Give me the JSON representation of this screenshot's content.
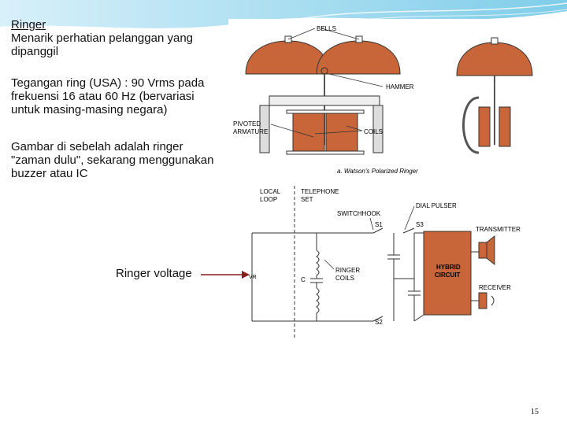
{
  "slide": {
    "title": "Ringer",
    "line1": "Menarik perhatian pelanggan yang",
    "line2": "dipanggil",
    "p2_l1": "Tegangan ring (USA) : 90 Vrms pada",
    "p2_l2": "frekuensi 16 atau 60 Hz (bervariasi",
    "p2_l3": "untuk masing-masing negara)",
    "p3_l1": "Gambar di sebelah adalah ringer",
    "p3_l2": "\"zaman dulu\", sekarang menggunakan",
    "p3_l3": "buzzer atau IC",
    "annotation": "Ringer voltage",
    "page_number": "15"
  },
  "figure": {
    "bells": "BELLS",
    "hammer": "HAMMER",
    "pivoted": "PIVOTED",
    "armature": "ARMATURE",
    "coils": "COILS",
    "caption": "a. Watson's Polarized Ringer",
    "local": "LOCAL",
    "loop": "LOOP",
    "telephone": "TELEPHONE",
    "set": "SET",
    "switchhook": "SWITCHHOOK",
    "dial_pulser": "DIAL PULSER",
    "transmitter": "TRANSMITTER",
    "receiver": "RECEIVER",
    "hybrid1": "HYBRID",
    "hybrid2": "CIRCUIT",
    "ringer1": "RINGER",
    "ringer2": "COILS",
    "c_label": "C",
    "s1": "S1",
    "s2": "S2",
    "s3": "S3",
    "vr": "VR"
  },
  "colors": {
    "bell": "#c8663a",
    "body": "#c8663a",
    "arrow": "#8b1a1a",
    "band": "#6ec6e6"
  }
}
